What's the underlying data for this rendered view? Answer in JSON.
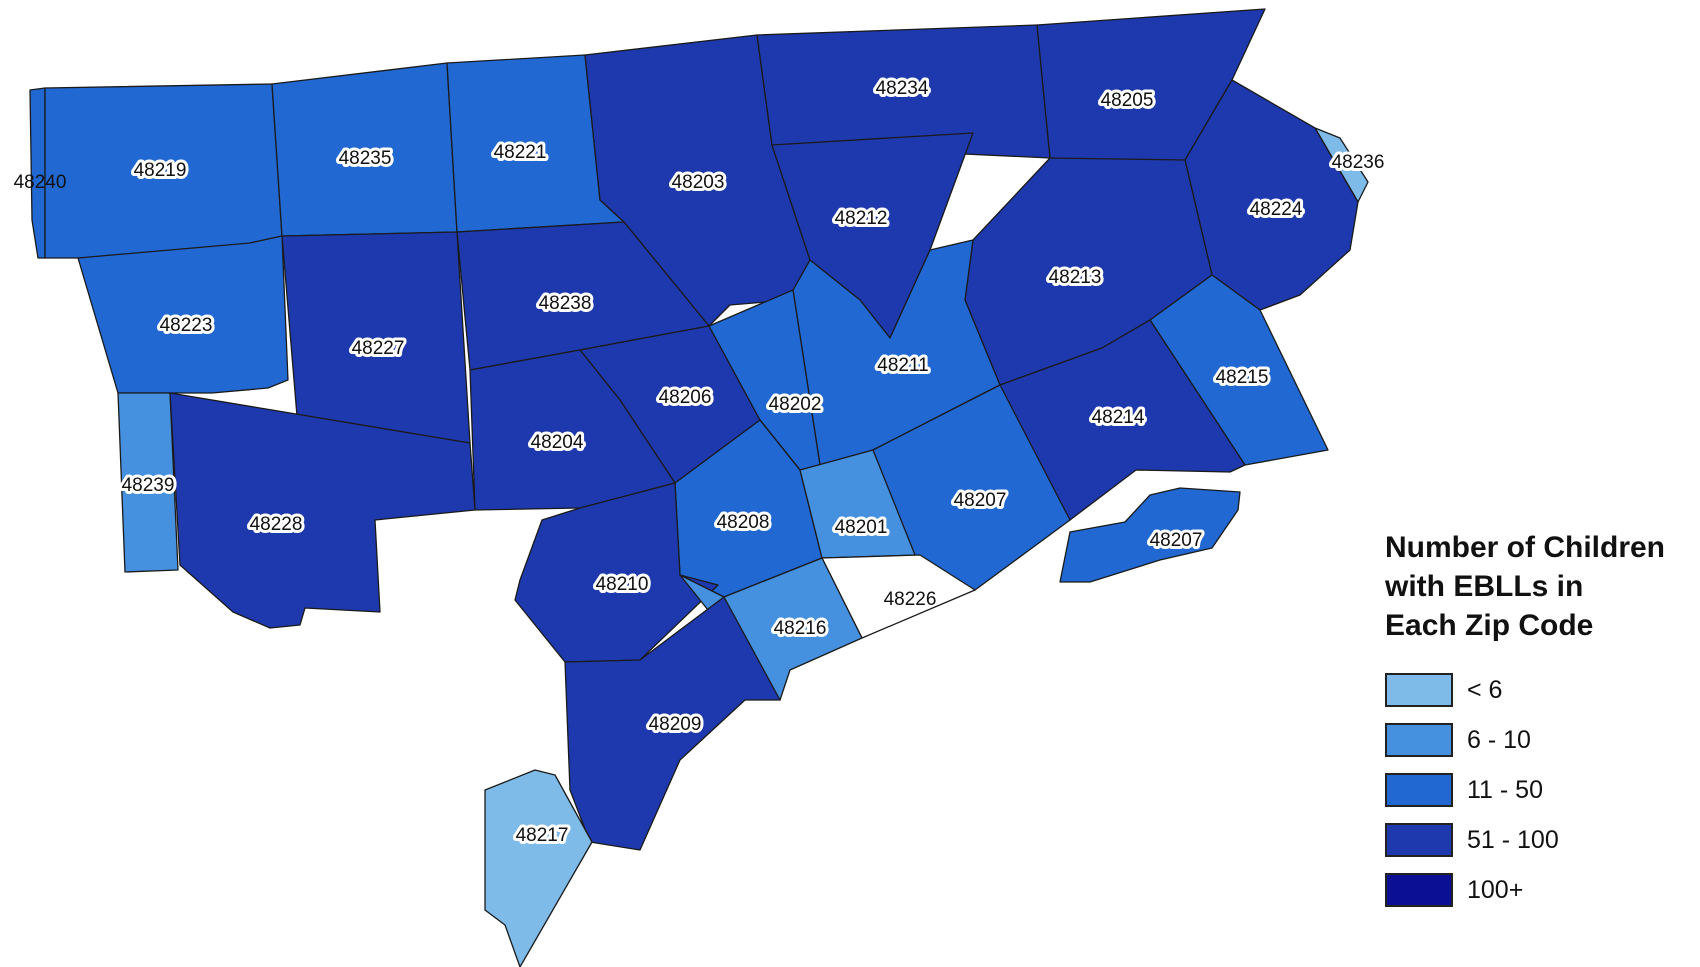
{
  "colors": {
    "lt6": "#7fbbe9",
    "6to10": "#4591e0",
    "11to50": "#2168d2",
    "51to100": "#1e39ad",
    "gt100": "#0b0f93",
    "none": "#ffffff"
  },
  "legend": {
    "title": "Number of Children\nwith EBLLs in\nEach Zip Code",
    "items": [
      {
        "label": "< 6",
        "class": "lt6"
      },
      {
        "label": "6 - 10",
        "class": "6to10"
      },
      {
        "label": "11 - 50",
        "class": "11to50"
      },
      {
        "label": "51 - 100",
        "class": "51to100"
      },
      {
        "label": "100+",
        "class": "gt100"
      }
    ]
  },
  "zip_codes": [
    {
      "zip": "48240",
      "class": "11to50"
    },
    {
      "zip": "48219",
      "class": "11to50"
    },
    {
      "zip": "48235",
      "class": "11to50"
    },
    {
      "zip": "48221",
      "class": "11to50"
    },
    {
      "zip": "48203",
      "class": "51to100"
    },
    {
      "zip": "48234",
      "class": "51to100"
    },
    {
      "zip": "48205",
      "class": "51to100"
    },
    {
      "zip": "48236",
      "class": "lt6"
    },
    {
      "zip": "48224",
      "class": "51to100"
    },
    {
      "zip": "48212",
      "class": "51to100"
    },
    {
      "zip": "48213",
      "class": "51to100"
    },
    {
      "zip": "48223",
      "class": "11to50"
    },
    {
      "zip": "48227",
      "class": "51to100"
    },
    {
      "zip": "48238",
      "class": "51to100"
    },
    {
      "zip": "48211",
      "class": "11to50"
    },
    {
      "zip": "48206",
      "class": "51to100"
    },
    {
      "zip": "48202",
      "class": "11to50"
    },
    {
      "zip": "48215",
      "class": "11to50"
    },
    {
      "zip": "48214",
      "class": "51to100"
    },
    {
      "zip": "48204",
      "class": "51to100"
    },
    {
      "zip": "48239",
      "class": "6to10"
    },
    {
      "zip": "48228",
      "class": "51to100"
    },
    {
      "zip": "48208",
      "class": "11to50"
    },
    {
      "zip": "48201",
      "class": "6to10"
    },
    {
      "zip": "48207",
      "class": "11to50"
    },
    {
      "zip": "48207",
      "class": "11to50"
    },
    {
      "zip": "48210",
      "class": "51to100"
    },
    {
      "zip": "48226",
      "class": "none"
    },
    {
      "zip": "48216",
      "class": "6to10"
    },
    {
      "zip": "48209",
      "class": "51to100"
    },
    {
      "zip": "48217",
      "class": "lt6"
    }
  ]
}
